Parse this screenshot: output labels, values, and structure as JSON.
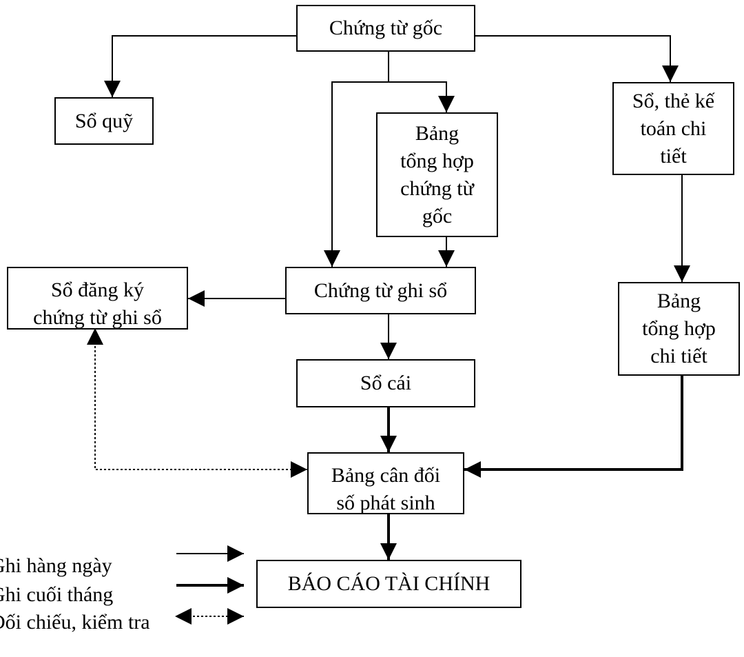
{
  "nodes": {
    "chung_tu_goc": "Chứng từ gốc",
    "so_quy": "Sổ quỹ",
    "bang_tong_hop_chung_tu_goc": "Bảng\ntổng hợp\nchứng từ\ngốc",
    "so_the_ke_toan_chi_tiet": "Sổ, thẻ kế\ntoán chi\ntiết",
    "so_dang_ky_chung_tu_ghi_so": "Sổ đăng ký\nchứng từ ghi sổ",
    "chung_tu_ghi_so": "Chứng từ ghi sổ",
    "so_cai": "Sổ cái",
    "bang_tong_hop_chi_tiet": "Bảng\ntổng hợp\nchi tiết",
    "bang_can_doi_so_phat_sinh": "Bảng cân đối\nsố phát sinh",
    "bao_cao_tai_chinh": "BÁO CÁO TÀI CHÍNH"
  },
  "legend": {
    "daily": "Ghi hàng ngày",
    "end_of_month": "Ghi cuối tháng",
    "reconcile": "Đối chiếu, kiểm tra"
  }
}
